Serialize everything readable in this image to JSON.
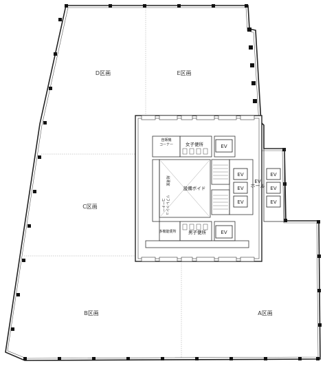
{
  "zones": {
    "d": "D区画",
    "e": "E区画",
    "c": "C区画",
    "b": "B区画",
    "a": "A区画"
  },
  "core": {
    "facility_void": "設備ボイド",
    "womens_restroom": "女子便所",
    "mens_restroom": "男子便所",
    "vending_corner": "自販機\nコーナー",
    "hot_water_room": "給湯室",
    "refresh_corner": "リフレッシュ\nコーナー",
    "multipurpose_toilet": "多機能便所",
    "ev_hall": "EV\nホール",
    "ev": "EV"
  }
}
